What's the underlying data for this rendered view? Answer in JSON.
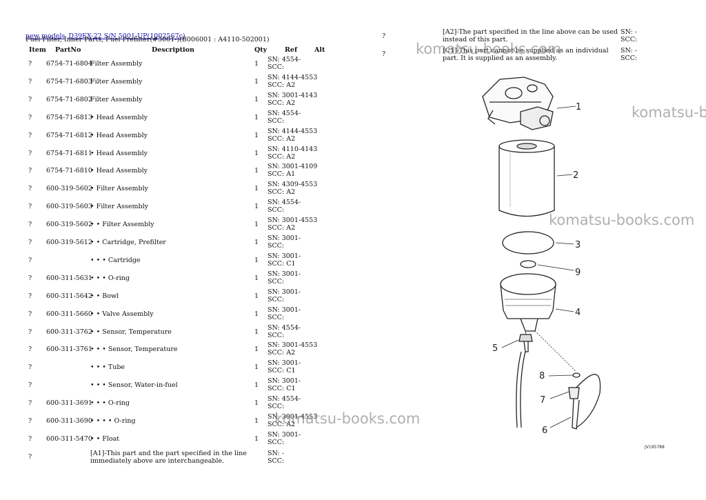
{
  "header": {
    "link1": "new models",
    "link2": "D39EX-22 S/N 5001-UP(1002567c)",
    "subtitle": "Fuel Filter, Inner Parts, Fuel Prefilter(#3001-)(B006001 : A4110-502001)"
  },
  "columns": {
    "item": "Item",
    "partno": "PartNo",
    "description": "Description",
    "qty": "Qty",
    "ref": "Ref",
    "alt": "Alt"
  },
  "rows": [
    {
      "item": "?",
      "partno": "6754-71-6804",
      "desc": "Filter Assembly",
      "qty": "1",
      "sn": "SN: 4554-",
      "scc": "SCC:"
    },
    {
      "item": "?",
      "partno": "6754-71-6803",
      "desc": "Filter Assembly",
      "qty": "1",
      "sn": "SN: 4144-4553",
      "scc": "SCC: A2"
    },
    {
      "item": "?",
      "partno": "6754-71-6802",
      "desc": "Filter Assembly",
      "qty": "1",
      "sn": "SN: 3001-4143",
      "scc": "SCC: A2"
    },
    {
      "item": "?",
      "partno": "6754-71-6813",
      "desc": "• Head Assembly",
      "qty": "1",
      "sn": "SN: 4554-",
      "scc": "SCC:"
    },
    {
      "item": "?",
      "partno": "6754-71-6812",
      "desc": "• Head Assembly",
      "qty": "1",
      "sn": "SN: 4144-4553",
      "scc": "SCC: A2"
    },
    {
      "item": "?",
      "partno": "6754-71-6811",
      "desc": "• Head Assembly",
      "qty": "1",
      "sn": "SN: 4110-4143",
      "scc": "SCC: A2"
    },
    {
      "item": "?",
      "partno": "6754-71-6810",
      "desc": "• Head Assembly",
      "qty": "1",
      "sn": "SN: 3001-4109",
      "scc": "SCC: A1"
    },
    {
      "item": "?",
      "partno": "600-319-5602",
      "desc": "• Filter Assembly",
      "qty": "1",
      "sn": "SN: 4309-4553",
      "scc": "SCC: A2"
    },
    {
      "item": "?",
      "partno": "600-319-5603",
      "desc": "• Filter Assembly",
      "qty": "1",
      "sn": "SN: 4554-",
      "scc": "SCC:"
    },
    {
      "item": "?",
      "partno": "600-319-5602",
      "desc": "• • Filter Assembly",
      "qty": "1",
      "sn": "SN: 3001-4553",
      "scc": "SCC: A2"
    },
    {
      "item": "?",
      "partno": "600-319-5612",
      "desc": "• • Cartridge, Prefilter",
      "qty": "1",
      "sn": "SN: 3001-",
      "scc": "SCC:"
    },
    {
      "item": "?",
      "partno": "",
      "desc": "• • • Cartridge",
      "qty": "1",
      "sn": "SN: 3001-",
      "scc": "SCC: C1"
    },
    {
      "item": "?",
      "partno": "600-311-5631",
      "desc": "• • • O-ring",
      "qty": "1",
      "sn": "SN: 3001-",
      "scc": "SCC:"
    },
    {
      "item": "?",
      "partno": "600-311-5642",
      "desc": "• • Bowl",
      "qty": "1",
      "sn": "SN: 3001-",
      "scc": "SCC:"
    },
    {
      "item": "?",
      "partno": "600-311-5660",
      "desc": "• • Valve Assembly",
      "qty": "1",
      "sn": "SN: 3001-",
      "scc": "SCC:"
    },
    {
      "item": "?",
      "partno": "600-311-3762",
      "desc": "• • Sensor, Temperature",
      "qty": "1",
      "sn": "SN: 4554-",
      "scc": "SCC:"
    },
    {
      "item": "?",
      "partno": "600-311-3761",
      "desc": "• • • Sensor, Temperature",
      "qty": "1",
      "sn": "SN: 3001-4553",
      "scc": "SCC: A2"
    },
    {
      "item": "?",
      "partno": "",
      "desc": "• • • Tube",
      "qty": "1",
      "sn": "SN: 3001-",
      "scc": "SCC: C1"
    },
    {
      "item": "?",
      "partno": "",
      "desc": "• • • Sensor, Water-in-fuel",
      "qty": "1",
      "sn": "SN: 3001-",
      "scc": "SCC: C1"
    },
    {
      "item": "?",
      "partno": "600-311-3691",
      "desc": "• • • O-ring",
      "qty": "1",
      "sn": "SN: 4554-",
      "scc": "SCC:"
    },
    {
      "item": "?",
      "partno": "600-311-3690",
      "desc": "• • • • O-ring",
      "qty": "1",
      "sn": "SN: 3001-4553",
      "scc": "SCC: A2"
    },
    {
      "item": "?",
      "partno": "600-311-5470",
      "desc": "• • Float",
      "qty": "1",
      "sn": "SN: 3001-",
      "scc": "SCC:"
    }
  ],
  "notes": {
    "a1": {
      "item": "?",
      "text1": "[A1]-This part and the part specified in the line",
      "text2": "immediately above are interchangeable.",
      "sn": "SN: -",
      "scc": "SCC:"
    },
    "a2": {
      "item": "?",
      "text1": "[A2]-The part specified in the line above can be used",
      "text2": "instead of this part.",
      "sn": "SN: -",
      "scc": "SCC:"
    },
    "c1": {
      "item": "?",
      "text1": "[C1]-This part cannot be supplied as an individual",
      "text2": "part. It is supplied as an assembly.",
      "sn": "SN: -",
      "scc": "SCC:"
    }
  },
  "watermark": "komatsu-books.com",
  "watermark_partial": "komatsu-b",
  "diagram": {
    "callouts": [
      "1",
      "2",
      "3",
      "9",
      "4",
      "5",
      "8",
      "7",
      "6"
    ],
    "figure_code": "JV195788"
  }
}
